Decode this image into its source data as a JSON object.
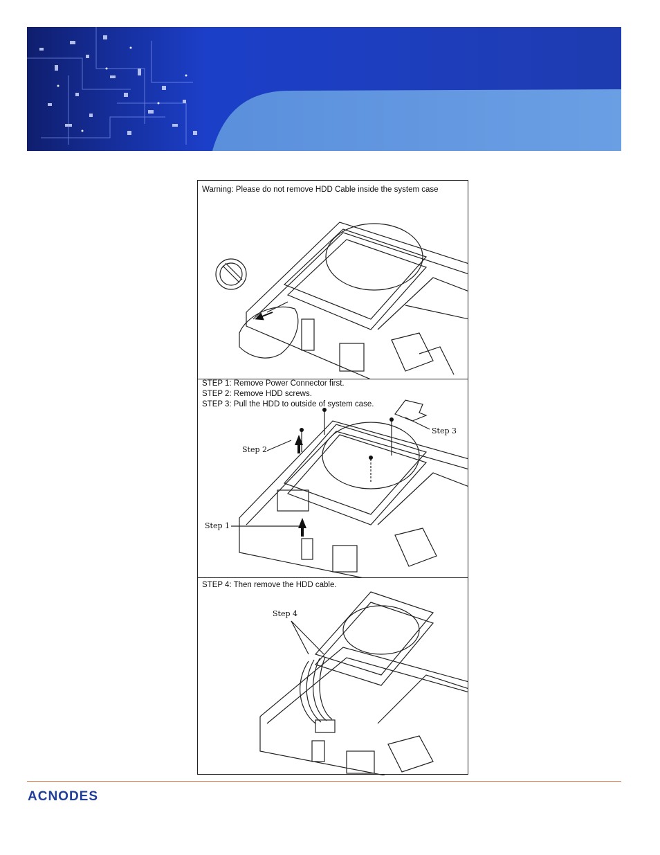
{
  "header": {
    "banner_icon": "circuit-board-banner"
  },
  "figure": {
    "panels": [
      {
        "caption_lines": [
          "Warning: Please do not remove HDD Cable inside the system case"
        ],
        "callouts": []
      },
      {
        "caption_lines": [
          "STEP 1: Remove Power Connector first.",
          "STEP 2: Remove HDD screws.",
          "STEP 3: Pull the HDD to outside of system case."
        ],
        "callouts": [
          "Step 2",
          "Step 3",
          "Step 1"
        ]
      },
      {
        "caption_lines": [
          "STEP 4: Then remove the HDD cable."
        ],
        "callouts": [
          "Step 4"
        ]
      }
    ]
  },
  "footer": {
    "logo_text": "ACNODES",
    "rule_color": "#e07a4a",
    "logo_color": "#1f3f99"
  }
}
